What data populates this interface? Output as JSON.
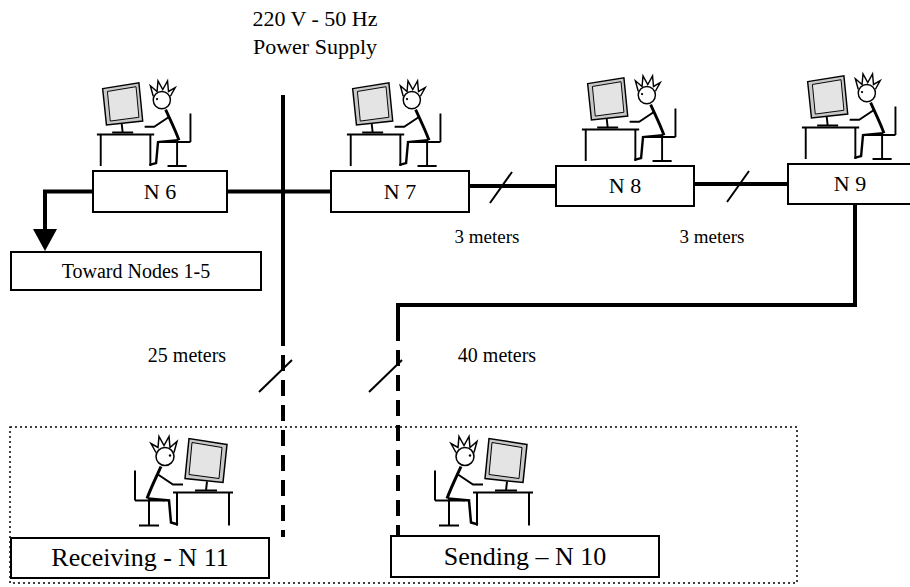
{
  "diagram": {
    "nodes": [
      {
        "text": [
          "N 6"
        ]
      },
      {
        "text": [
          "N 7"
        ]
      },
      {
        "text": [
          "N 8"
        ]
      },
      {
        "text": [
          "N 9"
        ]
      },
      {
        "text": [
          "Toward Nodes 1-5"
        ]
      },
      {
        "text": [
          "Receiving - N 11"
        ]
      },
      {
        "text": [
          "Sending – N 10"
        ]
      }
    ],
    "edges": [
      {
        "from": 0,
        "to": 1,
        "arrow": "none"
      },
      {
        "from": 1,
        "to": 2,
        "arrow": "none"
      },
      {
        "from": 2,
        "to": 3,
        "arrow": "none"
      },
      {
        "from": 0,
        "to": 4,
        "arrow": "to"
      },
      {
        "from": 3,
        "to": 6,
        "arrow": "none"
      }
    ],
    "labels": [
      "220 V - 50 Hz",
      "Power Supply",
      "3 meters",
      "3 meters",
      "25 meters",
      "40 meters"
    ]
  }
}
